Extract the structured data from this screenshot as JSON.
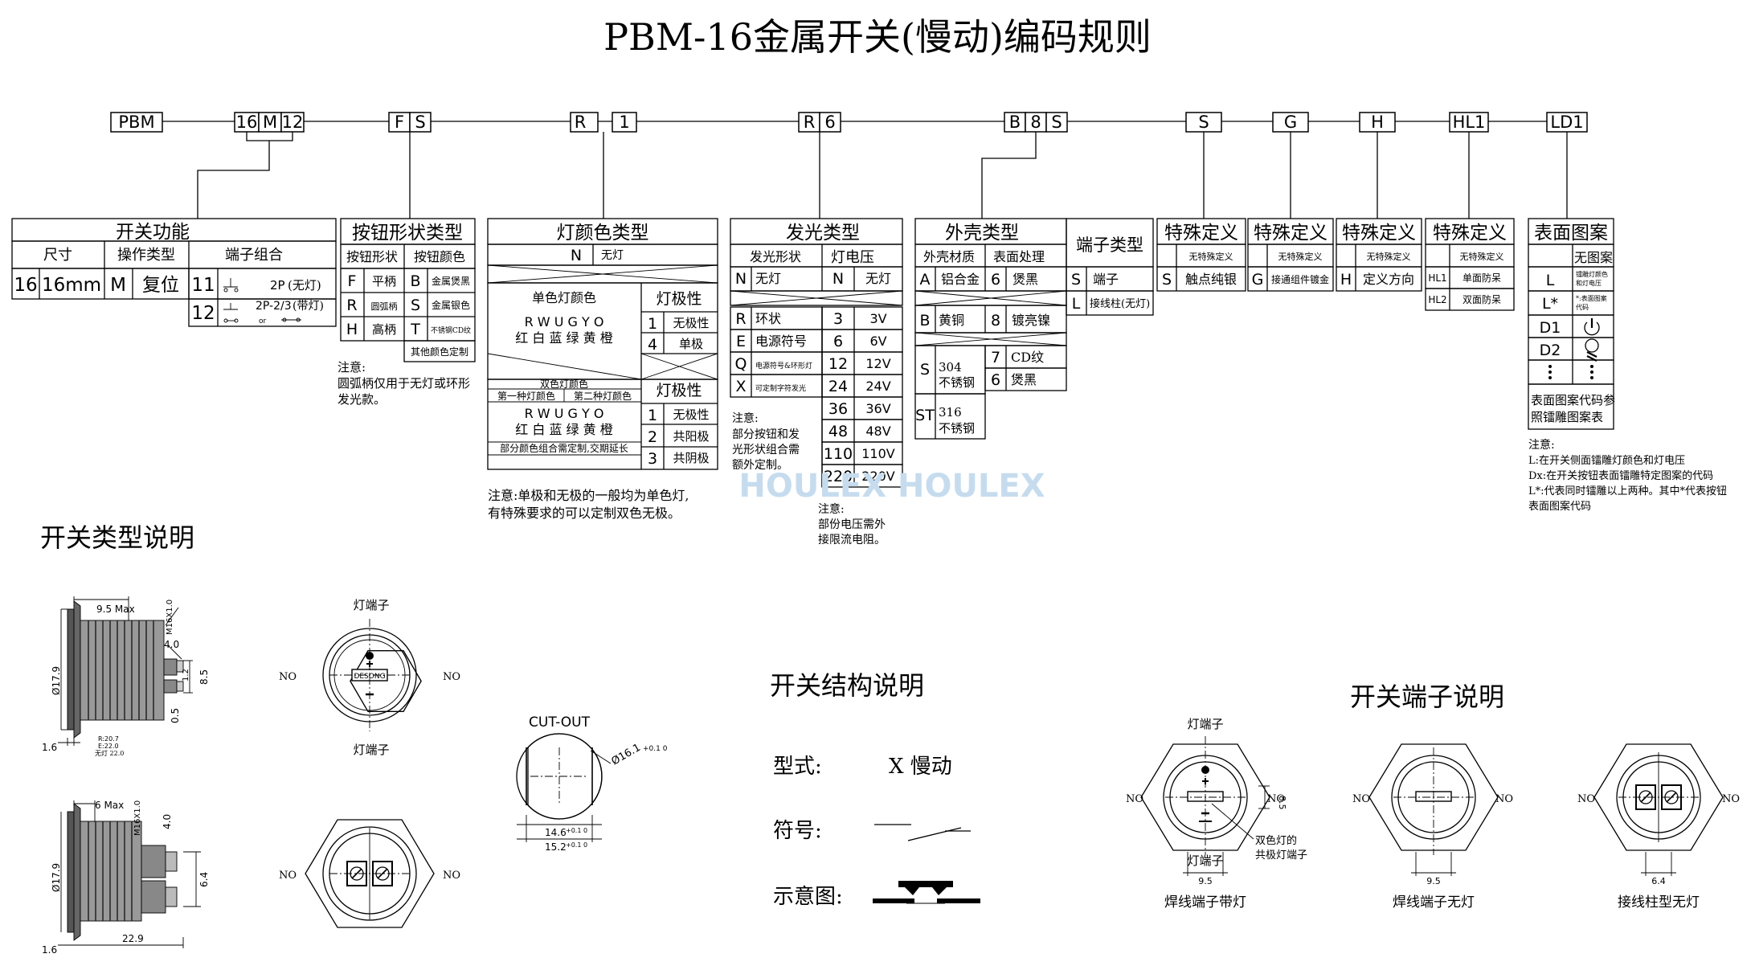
{
  "title": "PBM-16金属开关(慢动)编码规则",
  "watermark": "HOULEX HOULEX",
  "code": {
    "pbm": "PBM",
    "c16": "16",
    "m": "M",
    "c12": "12",
    "f": "F",
    "s": "S",
    "r": "R",
    "one": "1",
    "r2": "R",
    "six": "6",
    "b": "B",
    "eight": "8",
    "s2": "S",
    "s3": "S",
    "g": "G",
    "h": "H",
    "hl1": "HL1",
    "ld1": "LD1"
  },
  "switch": {
    "title": "开关功能",
    "h_size": "尺寸",
    "h_op": "操作类型",
    "h_term": "端子组合",
    "v16": "16",
    "v16mm": "16mm",
    "vM": "M",
    "vReset": "复位",
    "v11": "11",
    "v2p": "2P",
    "v2p_note": "(无灯)",
    "v12": "12",
    "v2p23": "2P-2/3",
    "v2p23_note": "(带灯)",
    "or": "or"
  },
  "button": {
    "title": "按钮形状类型",
    "h_shape": "按钮形状",
    "h_color": "按钮颜色",
    "rows": [
      {
        "c": "F",
        "n": "平柄",
        "k": "B",
        "d": "金属煲黑"
      },
      {
        "c": "R",
        "n": "圆弧柄",
        "k": "S",
        "d": "金属银色"
      },
      {
        "c": "H",
        "n": "高柄",
        "k": "T",
        "d": "不锈钢CD纹"
      }
    ],
    "custom": "其他颜色定制",
    "note_t": "注意:",
    "note1": "圆弧柄仅用于无灯或环形",
    "note2": "发光款。"
  },
  "lampcolor": {
    "title": "灯颜色类型",
    "n": "N",
    "n_d": "无灯",
    "single": "单色灯颜色",
    "letters": "R W U G Y O",
    "cn": "红 白 蓝 绿 黄 橙",
    "pol": "灯极性",
    "p1": "1",
    "p1d": "无极性",
    "p4": "4",
    "p4d": "单极",
    "dual": "双色灯颜色",
    "first": "第一种灯颜色",
    "second": "第二种灯颜色",
    "letters2": "R W U G Y O",
    "cn2": "红 白 蓝 绿 黄 橙",
    "custom": "部分颜色组合需定制,交期延长",
    "pol2": "灯极性",
    "q1": "1",
    "q1d": "无极性",
    "q2": "2",
    "q2d": "共阳极",
    "q3": "3",
    "q3d": "共阴极",
    "note1": "注意:单极和无极的一般均为单色灯,",
    "note2": "有特殊要求的可以定制双色无极。"
  },
  "light": {
    "title": "发光类型",
    "h_shape": "发光形状",
    "h_v": "灯电压",
    "shapes": [
      {
        "c": "N",
        "d": "无灯"
      },
      {
        "c": "R",
        "d": "环状"
      },
      {
        "c": "E",
        "d": "电源符号"
      },
      {
        "c": "Q",
        "d": "电源符号&环形灯"
      },
      {
        "c": "X",
        "d": "可定制字符发光"
      }
    ],
    "volts": [
      {
        "c": "N",
        "d": "无灯"
      },
      {
        "c": "3",
        "d": "3V"
      },
      {
        "c": "6",
        "d": "6V"
      },
      {
        "c": "12",
        "d": "12V"
      },
      {
        "c": "24",
        "d": "24V"
      },
      {
        "c": "36",
        "d": "36V"
      },
      {
        "c": "48",
        "d": "48V"
      },
      {
        "c": "110",
        "d": "110V"
      },
      {
        "c": "220",
        "d": "220V"
      }
    ],
    "note_t": "注意:",
    "n1": "部分按钮和发",
    "n2": "光形状组合需",
    "n3": "额外定制。",
    "vnote_t": "注意:",
    "vn1": "部份电压需外",
    "vn2": "接限流电阻。"
  },
  "shell": {
    "title": "外壳类型",
    "h_mat": "外壳材质",
    "h_surf": "表面处理",
    "a": "A",
    "a_d": "铝合金",
    "six": "6",
    "six_d": "煲黑",
    "b": "B",
    "b_d": "黄铜",
    "eight": "8",
    "eight_d": "镀亮镍",
    "s": "S",
    "s_d1": "304",
    "s_d2": "不锈钢",
    "seven": "7",
    "seven_d": "CD纹",
    "six2": "6",
    "six2_d": "煲黑",
    "st": "ST",
    "st_d1": "316",
    "st_d2": "不锈钢"
  },
  "terminal": {
    "title": "端子类型",
    "s": "S",
    "s_d": "端子",
    "l": "L",
    "l_d": "接线柱(无灯)"
  },
  "special1": {
    "title": "特殊定义",
    "none": "无特殊定义",
    "c": "S",
    "d": "触点纯银"
  },
  "special2": {
    "title": "特殊定义",
    "none": "无特殊定义",
    "c": "G",
    "d": "接通组件镀金"
  },
  "special3": {
    "title": "特殊定义",
    "none": "无特殊定义",
    "c": "H",
    "d": "定义方向"
  },
  "special4": {
    "title": "特殊定义",
    "none": "无特殊定义",
    "r1c": "HL1",
    "r1d": "单面防呆",
    "r2c": "HL2",
    "r2d": "双面防呆"
  },
  "surface": {
    "title": "表面图案",
    "none": "无图案",
    "l": "L",
    "l_d1": "镭雕灯颜色",
    "l_d2": "和灯电压",
    "ls": "L*",
    "ls_d1": "*:表面图案",
    "ls_d2": "代码",
    "d1": "D1",
    "d2": "D2",
    "ref1": "表面图案代码参",
    "ref2": "照镭雕图案表",
    "note_t": "注意:",
    "n1": "L:在开关侧面镭雕灯颜色和灯电压",
    "n2": "Dx:在开关按钮表面镭雕特定图案的代码",
    "n3": "L*:代表同时镭雕以上两种。其中*代表按钮",
    "n4": "表面图案代码"
  },
  "sec_type": "开关类型说明",
  "sec_struct": "开关结构说明",
  "sec_term": "开关端子说明",
  "struct": {
    "type_l": "型式:",
    "type_v": "X 慢动",
    "sym_l": "符号:",
    "diag_l": "示意图:"
  },
  "drawings": {
    "d95max": "9.5 Max",
    "m16": "M16X1.0",
    "d179": "Ø17.9",
    "d40": "4.0",
    "d85": "8.5",
    "d12": "1.2",
    "d05": "0.5",
    "d16": "1.6",
    "r207": "R:20.7",
    "e220": "E:22.0",
    "f220": "无灯 22.0",
    "d6max": "6 Max",
    "m16b": "M16X1.0",
    "d40b": "4.0",
    "d179b": "Ø17.9",
    "d64": "6.4",
    "d16b": "1.6",
    "d229": "22.9"
  },
  "faces": {
    "lamp_top": "灯端子",
    "lamp_bot": "灯端子",
    "no": "NO",
    "logo": "DESONG"
  },
  "cutout": {
    "title": "CUT-OUT",
    "dia": "Ø16.1",
    "dia_tol": "+0.1 0",
    "w1": "14.6",
    "w1_tol": "+0.1 0",
    "w2": "15.2",
    "w2_tol": "+0.1 0"
  },
  "termdiag": {
    "t1_top": "灯端子",
    "t1_bot": "灯端子",
    "t1_dual1": "双色灯的",
    "t1_dual2": "共极灯端子",
    "no": "NO",
    "d85": "8.5",
    "d95": "9.5",
    "cap1": "焊线端子带灯",
    "d95b": "9.5",
    "cap2": "焊线端子无灯",
    "d64": "6.4",
    "cap3": "接线柱型无灯"
  }
}
